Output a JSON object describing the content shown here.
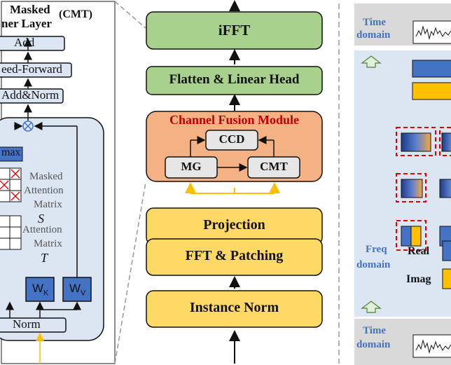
{
  "left": {
    "title_line1": "Masked",
    "title_abbrev": "(CMT)",
    "title_line2": "ner Layer",
    "add": "Add",
    "feed_forward": "eed-Forward",
    "add_norm": "Add&Norm",
    "softmax": "max",
    "masked_label_1": "Masked",
    "masked_label_2": "Attention",
    "masked_label_3": "Matrix",
    "masked_symbol": "S",
    "attn_label_1": "Attention",
    "attn_label_2": "Matrix",
    "attn_symbol": "T",
    "wk": "W",
    "wk_sub": "K",
    "wv": "W",
    "wv_sub": "V",
    "norm": "Norm"
  },
  "middle": {
    "ifft": "iFFT",
    "flatten": "Flatten & Linear Head",
    "cfm_title": "Channel Fusion Module",
    "ccd": "CCD",
    "mg": "MG",
    "cmt": "CMT",
    "projection": "Projection",
    "fft_patching": "FFT & Patching",
    "instance_norm": "Instance Norm"
  },
  "right": {
    "time_top_1": "Time",
    "time_top_2": "domain",
    "freq_1": "Freq",
    "freq_2": "domain",
    "real": "Real",
    "imag": "Imag",
    "time_bot_1": "Time",
    "time_bot_2": "domain"
  },
  "colors": {
    "green": "#a9d18e",
    "orange": "#f4b183",
    "yellow": "#ffd966",
    "blue": "#4472c4",
    "gold": "#ffc000",
    "panel": "#dce6f2",
    "red": "#e00000"
  }
}
